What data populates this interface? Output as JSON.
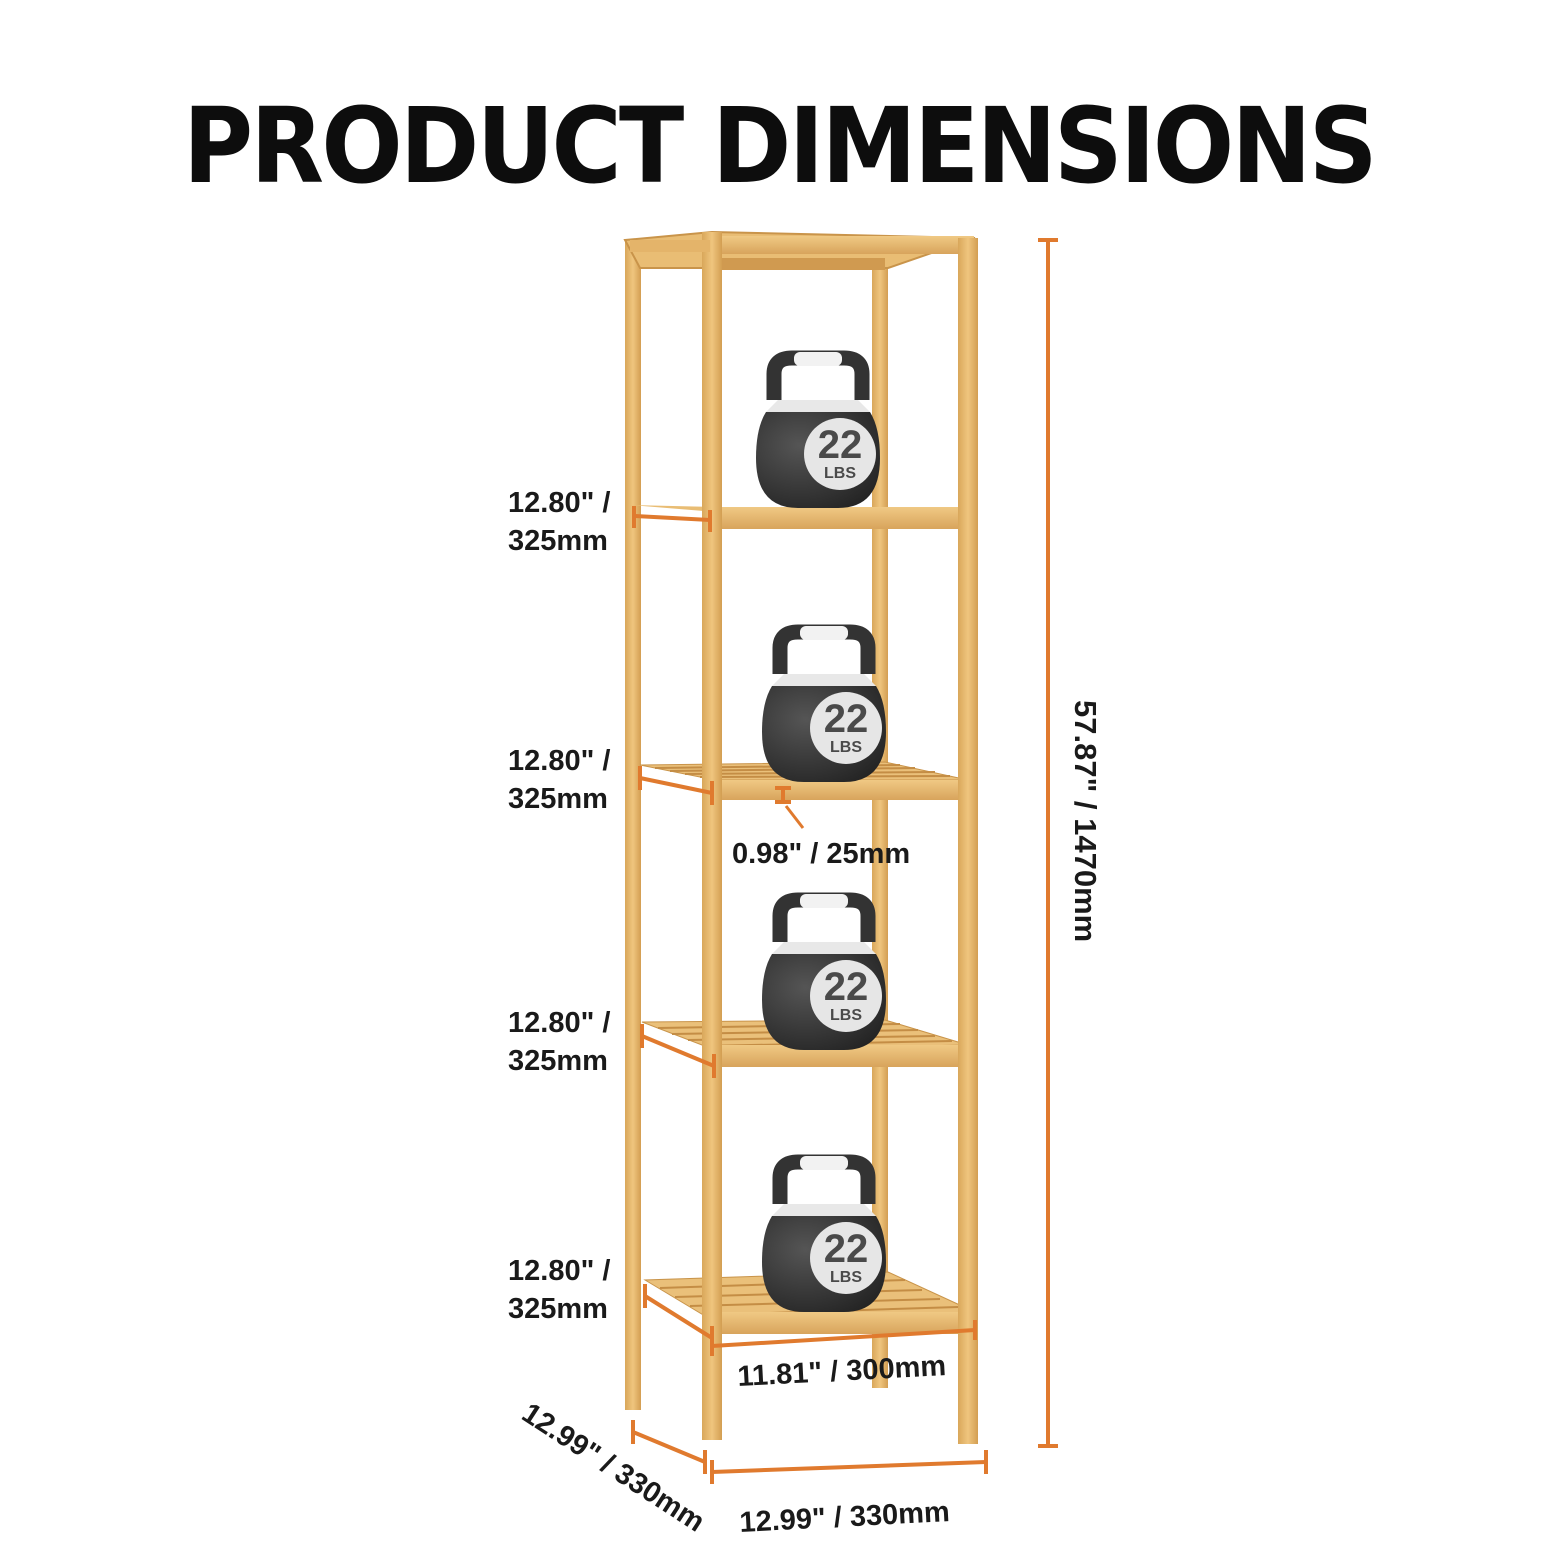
{
  "title": "PRODUCT DIMENSIONS",
  "colors": {
    "wood": "#e6b86c",
    "wood_dark": "#c9944a",
    "dimension_line": "#e07a2e",
    "kettlebell": "#3a3a3a"
  },
  "dimensions": {
    "total_height": "57.87\" / 1470mm",
    "shelf_gap_1_line1": "12.80\" /",
    "shelf_gap_1_line2": "325mm",
    "shelf_gap_2_line1": "12.80\" /",
    "shelf_gap_2_line2": "325mm",
    "shelf_gap_3_line1": "12.80\" /",
    "shelf_gap_3_line2": "325mm",
    "shelf_gap_4_line1": "12.80\" /",
    "shelf_gap_4_line2": "325mm",
    "shelf_thickness": "0.98\" / 25mm",
    "inner_width": "11.81\" / 300mm",
    "width": "12.99\" / 330mm",
    "depth": "12.99\" / 330mm"
  },
  "kettlebells": [
    {
      "number": "22",
      "unit": "LBS"
    },
    {
      "number": "22",
      "unit": "LBS"
    },
    {
      "number": "22",
      "unit": "LBS"
    },
    {
      "number": "22",
      "unit": "LBS"
    }
  ],
  "icons": [
    "kettlebell-icon",
    "dimension-arrow-icon"
  ]
}
